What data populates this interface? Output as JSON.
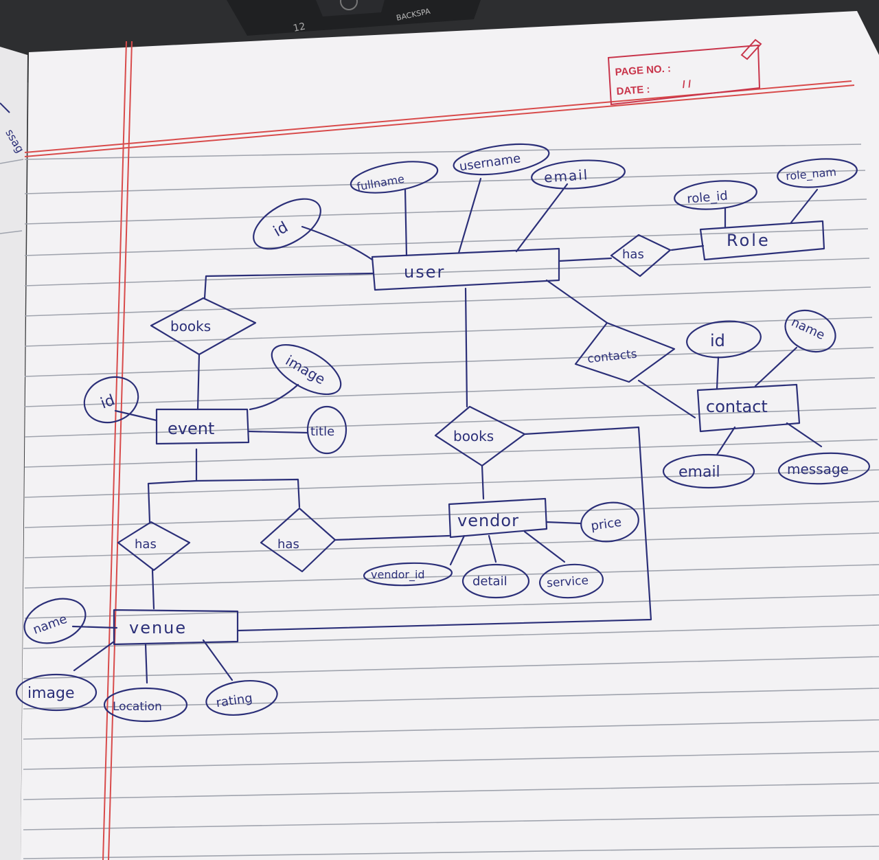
{
  "page": {
    "page_no_label": "PAGE NO. :",
    "date_label": "DATE :",
    "date_value": "/ /"
  },
  "keyboard": {
    "backspace_label": "BACKSPA",
    "key_fragment": "12"
  },
  "margin_scribbles": [
    "ssag"
  ],
  "entities": {
    "user": "user",
    "role": "Role",
    "event": "event",
    "contact": "contact",
    "vendor": "vendor",
    "venue": "venue"
  },
  "relationships": {
    "user_role": "has",
    "user_event": "books",
    "user_contact": "contacts",
    "user_vendor": "books",
    "event_venue": "has",
    "event_vendor": "has"
  },
  "attributes": {
    "user": [
      "id",
      "fullname",
      "username",
      "email"
    ],
    "role": [
      "role_id",
      "role_nam"
    ],
    "event": [
      "id",
      "image",
      "title"
    ],
    "contact": [
      "id",
      "name",
      "email",
      "message"
    ],
    "vendor": [
      "vendor_id",
      "detail",
      "service",
      "price"
    ],
    "venue": [
      "name",
      "image",
      "Location",
      "rating"
    ]
  },
  "colors": {
    "ink": "#2b2f78",
    "paper": "#f3f2f4",
    "rule_line": "#9fa3ad",
    "margin_red": "#d84a4a",
    "stamp_red": "#c8344a"
  }
}
